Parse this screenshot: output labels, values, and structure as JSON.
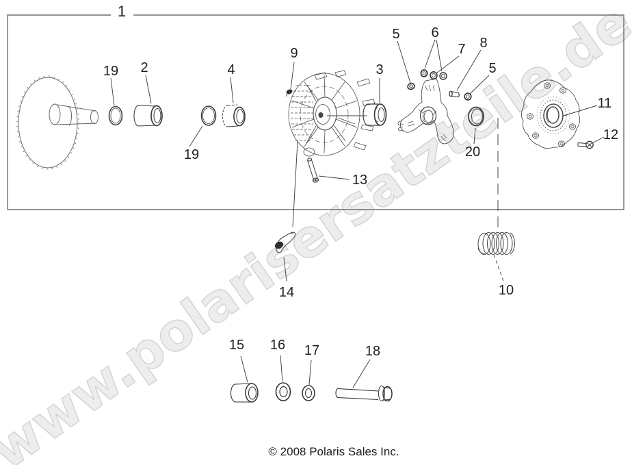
{
  "watermark": {
    "text": "www.polarisersatzteile.de",
    "fill": "#ededed",
    "outline": "#d2d2d2"
  },
  "footer": {
    "copyright": "© 2008 Polaris Sales Inc."
  },
  "callouts": {
    "c1": "1",
    "c2": "2",
    "c3": "3",
    "c4": "4",
    "c5a": "5",
    "c5b": "5",
    "c6": "6",
    "c7": "7",
    "c8": "8",
    "c9": "9",
    "c10": "10",
    "c11": "11",
    "c12": "12",
    "c13": "13",
    "c14": "14",
    "c15": "15",
    "c16": "16",
    "c17": "17",
    "c18": "18",
    "c19a": "19",
    "c19b": "19",
    "c20": "20"
  },
  "parts": [
    {
      "callout": "1",
      "name": "primary-clutch-assembly"
    },
    {
      "callout": "2",
      "name": "bushing"
    },
    {
      "callout": "3",
      "name": "bushing"
    },
    {
      "callout": "4",
      "name": "bushing"
    },
    {
      "callout": "5",
      "name": "washer"
    },
    {
      "callout": "6",
      "name": "nut"
    },
    {
      "callout": "7",
      "name": "washer"
    },
    {
      "callout": "8",
      "name": "pin"
    },
    {
      "callout": "9",
      "name": "screw"
    },
    {
      "callout": "10",
      "name": "spring"
    },
    {
      "callout": "11",
      "name": "cover-plate"
    },
    {
      "callout": "12",
      "name": "bolt"
    },
    {
      "callout": "13",
      "name": "pin"
    },
    {
      "callout": "14",
      "name": "cam-arm"
    },
    {
      "callout": "15",
      "name": "spacer-bushing"
    },
    {
      "callout": "16",
      "name": "washer"
    },
    {
      "callout": "17",
      "name": "washer"
    },
    {
      "callout": "18",
      "name": "bolt"
    },
    {
      "callout": "19",
      "name": "o-ring"
    },
    {
      "callout": "20",
      "name": "retaining-ring"
    }
  ],
  "colors": {
    "line_art": "#4a4a4a",
    "border": "#6e6e6e",
    "label": "#1f1f1f",
    "background": "#ffffff"
  }
}
